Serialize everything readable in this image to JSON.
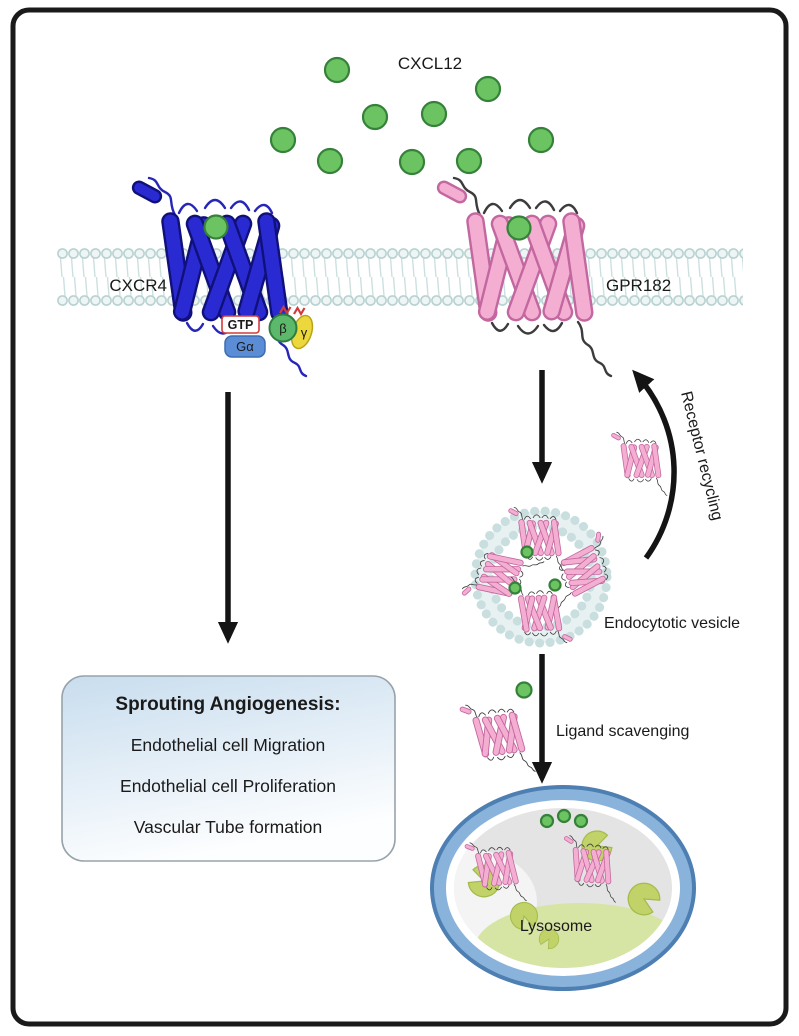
{
  "figure": {
    "ligand_label": "CXCL12",
    "receptors": {
      "left": "CXCR4",
      "right": "GPR182"
    },
    "g_protein": {
      "gtp": "GTP",
      "alpha": "Gα",
      "beta": "β",
      "gamma": "γ"
    },
    "pathway_right": {
      "recycling": "Receptor recycling",
      "vesicle": "Endocytotic vesicle",
      "scavenging": "Ligand scavenging",
      "lysosome": "Lysosome"
    },
    "outcome_box": {
      "title": "Sprouting Angiogenesis:",
      "items": [
        "Endothelial cell Migration",
        "Endothelial cell Proliferation",
        "Vascular Tube formation"
      ]
    },
    "colors": {
      "cxcr4_helix": "#2a2ad2",
      "gpr182_helix": "#f4aed2",
      "ligand_green": "#6cc362",
      "membrane": "#c9dede",
      "lysosome_ring": "#8ab3db",
      "enzyme_green": "#c0d268",
      "arrow": "#141414"
    }
  }
}
